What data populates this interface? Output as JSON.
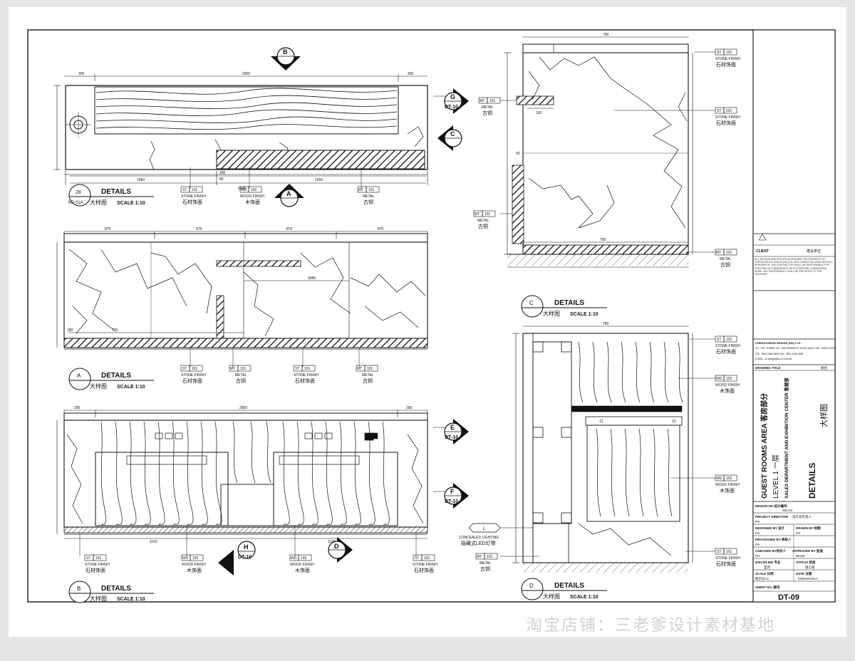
{
  "views": [
    {
      "id": "v28",
      "title": "DETAILS",
      "sub": "大样图",
      "scale": "SCALE  1:10",
      "num": "28",
      "ref": "KP-01A"
    },
    {
      "id": "vA",
      "title": "DETAILS",
      "sub": "大样图",
      "scale": "SCALE  1:10",
      "num": "A",
      "ref": ""
    },
    {
      "id": "vB",
      "title": "DETAILS",
      "sub": "大样图",
      "scale": "SCALE  1:10",
      "num": "B",
      "ref": ""
    },
    {
      "id": "vC",
      "title": "DETAILS",
      "sub": "大样图",
      "scale": "SCALE  1:10",
      "num": "C",
      "ref": ""
    },
    {
      "id": "vD",
      "title": "DETAILS",
      "sub": "大样图",
      "scale": "SCALE  1:10",
      "num": "D",
      "ref": ""
    }
  ],
  "callouts": {
    "stone": {
      "code": "ST",
      "num": "101",
      "en": "STONE FINISH",
      "cn": "石材饰面"
    },
    "metal": {
      "code": "MT",
      "num": "101",
      "en": "METAL",
      "cn": "古铜"
    },
    "wood": {
      "code": "WD",
      "num": "102",
      "en": "WOOD FINISH",
      "cn": "木饰面"
    },
    "light": {
      "code": "L",
      "en": "CONCEALED LIGHTING",
      "cn": "隐藏式LED灯带"
    }
  },
  "section_marks": [
    {
      "letter": "B",
      "ref": ""
    },
    {
      "letter": "A",
      "ref": ""
    },
    {
      "letter": "G",
      "ref": "DT-10"
    },
    {
      "letter": "C",
      "ref": ""
    },
    {
      "letter": "E",
      "ref": "DT-10"
    },
    {
      "letter": "F",
      "ref": "DT-10"
    },
    {
      "letter": "H",
      "ref": "DT-10"
    },
    {
      "letter": "D",
      "ref": ""
    }
  ],
  "dims": {
    "v28_top": [
      "300",
      "2900",
      "300"
    ],
    "v28_bottom": [
      "1580",
      "1650"
    ],
    "v28_mid": "3530",
    "v28_bottom_small": [
      "180",
      "80"
    ],
    "vA_top": [
      "870",
      "875",
      "875",
      "870"
    ],
    "vA_mid": "3080",
    "vA_bottom": [
      "180",
      "775"
    ],
    "vB_top": [
      "290",
      "2900",
      "290"
    ],
    "vB_bottom": [
      "1160",
      "1160"
    ],
    "vC_top": "790",
    "vC_mid": [
      "150",
      "700"
    ],
    "vC_left": "50",
    "vD_top": "780"
  },
  "title_block": {
    "client_label": "CLIENT",
    "client_value": "建设单位",
    "notes": "ALL DESIGNS AND SPECIFICATIONS ARE THE PROPERTY OF CHENGCHENG DESIGN (HK) LTD. AND CANNOT BE USED WITHOUT PERMISSION. THE CONTRACTOR SHALL BE RESPONSIBLE FOR CHECKING ALL DIMENSIONS ON SITE BEFORE COMMENCING WORK. ANY DISCREPANCY SHALL BE REPORTED TO THE DESIGNER.",
    "company": "CHENGCHENG DESIGN (HK) LTD.",
    "address": "2/F., CNT TOWER, NO. 338 HENNESSY ROAD WAN CHAI, HONG KONG",
    "tel": "TEL: +852-2346-2846   FAX: +852-2346-2855",
    "email": "E-MAIL: cc-design@cc-co.com.hk",
    "drawing_title_label": "DRAWING TITLE",
    "drawing_title_cn": "图名",
    "area": "GUEST ROOMS AREA  客房部分",
    "level": "LEVEL 1  一层",
    "dept": "SALES DEPARTMENT AND EXHIBITION CENTER 售楼部",
    "details": "DETAILS",
    "details_cn": "大样图",
    "design_no_label": "DESIGN NO.设计编号:",
    "design_no": "003-04",
    "project_director_label": "PROJECT DIRECTOR",
    "project_director_cn": "设计总负责人",
    "pd_value": "PH",
    "designed_by_label": "DESIGNED BY 设计",
    "drawn_by_label": "DRAWN BY 绘图",
    "designed_by": "PH",
    "drawn_by": "PH",
    "processed_by_label": "PROCESSED BY 审核人",
    "processed_by": "PH",
    "checked_by_label": "CHECKED BY校对人",
    "approved_by_label": "APPROVED BY 批准",
    "checked_by": "PH",
    "approved_by": "BKUB",
    "discipline_label": "DISCIPLINE 专业",
    "status_label": "STATUS 阶段",
    "discipline": "室内",
    "status": "施工图",
    "scale_label": "SCALE 比例",
    "date_label": "DATE 日期",
    "scale": "图示@A1",
    "date": "03/MAR/2017",
    "sheet_no_label": "SHEET NO. 图号",
    "sheet_no": "DT-09"
  },
  "watermark": "淘宝店铺：三老爹设计素材基地"
}
